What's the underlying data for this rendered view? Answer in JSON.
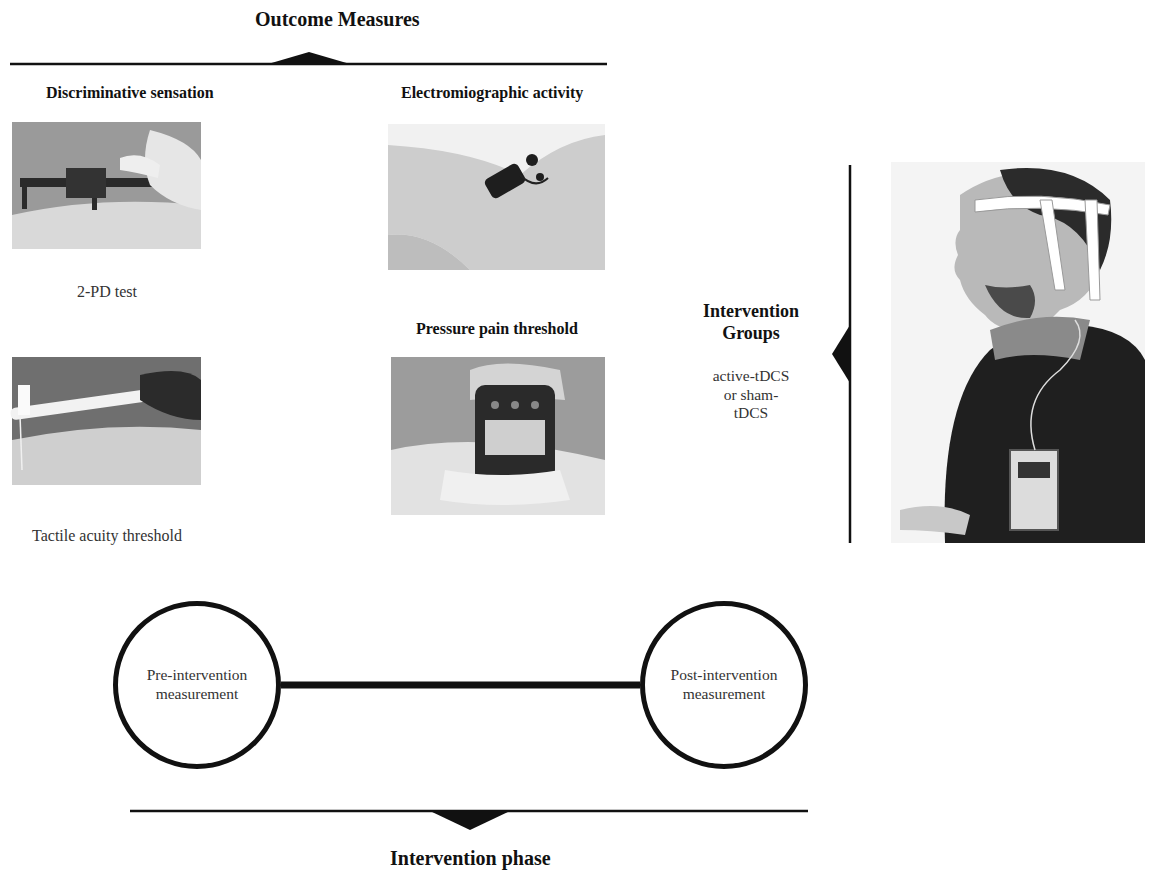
{
  "diagram": {
    "nodes": [
      {
        "text": [
          "Pre-intervention measurement"
        ]
      },
      {
        "text": [
          "Post-intervention measurement"
        ]
      }
    ],
    "edges": [
      {
        "from": 0,
        "to": 1,
        "arrow": "none"
      }
    ],
    "labels": [
      "Outcome Measures",
      "Discriminative sensation",
      "Electromiographic activity",
      "2-PD test",
      "Tactile acuity threshold",
      "Pressure pain threshold",
      "Intervention Groups",
      "active-tDCS or sham-tDCS",
      "Intervention phase"
    ]
  }
}
